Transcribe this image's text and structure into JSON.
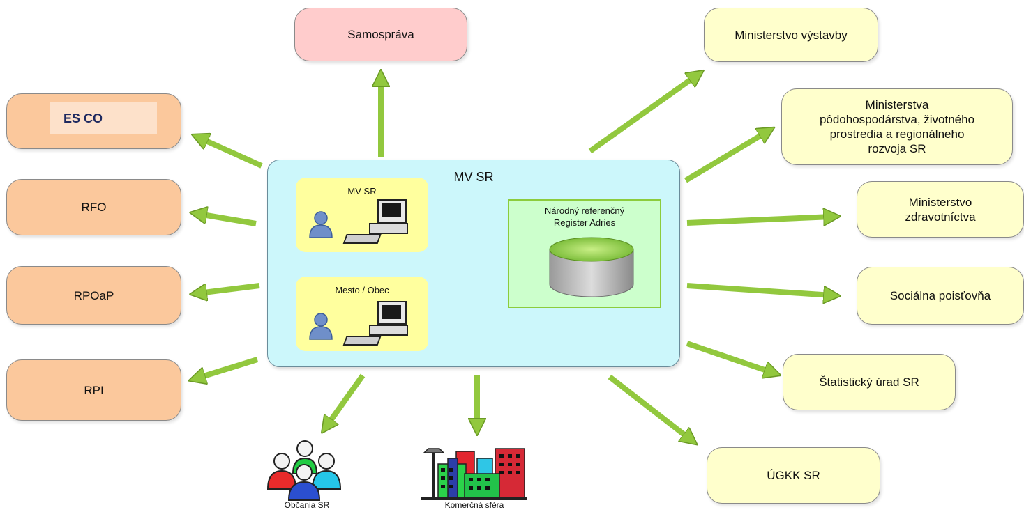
{
  "center": {
    "title": "MV SR",
    "sub1": "MV SR",
    "sub2": "Mesto / Obec",
    "register_line1": "Národný referenčný",
    "register_line2": "Register Adries"
  },
  "left": {
    "top": "Samospráva",
    "escp": "ES CO",
    "rfo": "RFO",
    "rpoap": "RPOaP",
    "rpi": "RPI"
  },
  "right": {
    "vystavby": "Ministerstvo výstavby",
    "podo1": "Ministerstva",
    "podo2": "pôdohospodárstva, životného",
    "podo3": "prostredia a regionálneho",
    "podo4": "rozvoja SR",
    "zdrav1": "Ministerstvo",
    "zdrav2": "zdravotníctva",
    "socialna": "Sociálna poisťovňa",
    "statisticky": "Štatistický úrad SR",
    "ugkk": "ÚGKK SR"
  },
  "bottom": {
    "obcania": "Občania SR",
    "komercna": "Komerčná sféra"
  },
  "colors": {
    "arrow_green": "#92c83e",
    "double_arrow": "#33b5e5",
    "center_fill": "#ccf7fb",
    "pink": "#ffcccc",
    "orange": "#fbc89c",
    "yellow": "#ffffcc"
  }
}
